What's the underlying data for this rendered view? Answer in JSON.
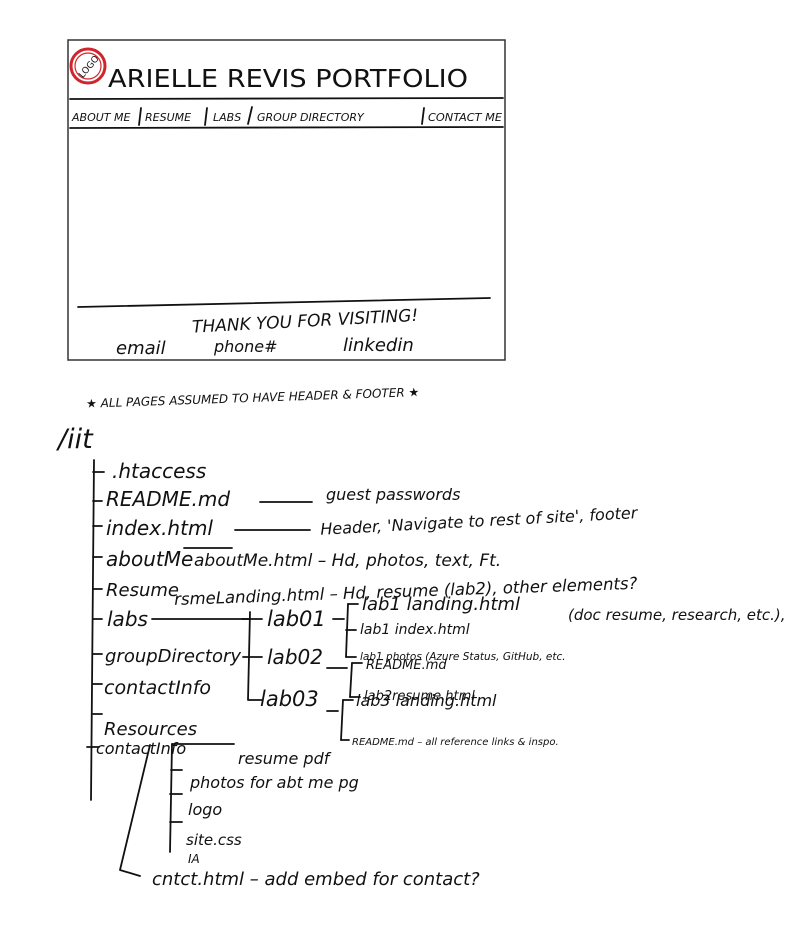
{
  "wireframe": {
    "logo_text": "LOGO",
    "title": "ARIELLE REVIS PORTFOLIO",
    "nav": [
      "ABOUT ME",
      "RESUME",
      "LABS",
      "GROUP DIRECTORY",
      "CONTACT ME"
    ],
    "thanks": "THANK YOU FOR VISITING!",
    "footer_links": [
      "email",
      "phone#",
      "linkedin"
    ]
  },
  "note": "★ ALL PAGES ASSUMED TO HAVE HEADER & FOOTER ★",
  "root": "/iit",
  "tree": {
    "htaccess": ".htaccess",
    "readme": "README.md",
    "readme_note": "guest passwords",
    "index": "index.html",
    "index_note": "Header, 'Navigate to rest of site', footer",
    "aboutme": "aboutMe",
    "aboutme_note": "aboutMe.html – Hd, photos, text, Ft.",
    "resume": "Resume",
    "resume_note": "rsmeLanding.html – Hd, resume (lab2), other elements?",
    "labs": "labs",
    "lab01": "lab01",
    "lab01_files": [
      "lab1 landing.html",
      "lab1 index.html",
      "lab1 photos (Azure Status, GitHub, etc."
    ],
    "lab01_note": "(doc resume, research, etc.), Ft.",
    "group": "groupDirectory",
    "lab02": "lab02",
    "lab02_files": [
      "README.md",
      "lab2resume.html"
    ],
    "contact": "contactInfo",
    "lab03": "lab03",
    "lab03_files": [
      "lab3 landing.html",
      "README.md – all reference links & inspo."
    ],
    "resources": "Resources",
    "resources_files": [
      "resume pdf",
      "photos for abt me pg",
      "logo",
      "site.css",
      "IA"
    ],
    "contact2": "contactInfo",
    "cntct": "cntct.html – add embed for contact?"
  }
}
